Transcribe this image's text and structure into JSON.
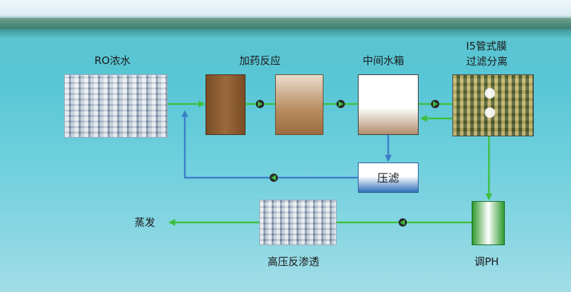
{
  "labels": {
    "ro_concentrate": "RO浓水",
    "dosing_reaction": "加药反应",
    "intermediate_tank": "中间水箱",
    "tubular_membrane_line1": "I5管式膜",
    "tubular_membrane_line2": "过滤分离",
    "filter_press": "压滤",
    "ph_adjust": "调PH",
    "high_pressure_ro": "高压反渗透",
    "evaporation": "蒸发"
  },
  "colors": {
    "flow_green": "#3fbf3f",
    "flow_blue": "#3a7fc8",
    "reactor_1": "#8a5a2e",
    "tank_white": "#ffffff"
  }
}
